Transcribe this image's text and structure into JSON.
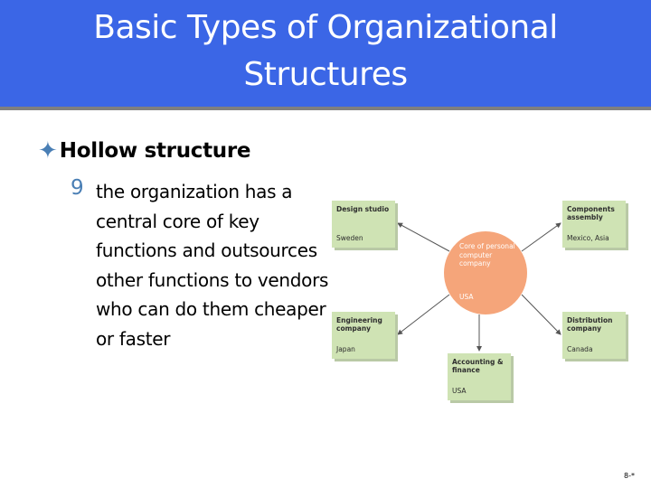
{
  "slide": {
    "title_line1": "Basic Types of Organizational",
    "title_line2": "Structures",
    "bullet_icon": "four-point-star-icon",
    "bullet": "Hollow structure",
    "sub_marker": "9",
    "sub_text": "the organization has a central core of key functions and outsources other functions to vendors who can do them cheaper or faster",
    "page_number": "8-*"
  },
  "diagram": {
    "core": {
      "title": "Core of personal computer company",
      "location": "USA"
    },
    "boxes": {
      "design": {
        "title": "Design studio",
        "location": "Sweden"
      },
      "components": {
        "title": "Components assembly",
        "location": "Mexico, Asia"
      },
      "engineering": {
        "title": "Engineering company",
        "location": "Japan"
      },
      "distribution": {
        "title": "Distribution company",
        "location": "Canada"
      },
      "accounting": {
        "title": "Accounting & finance",
        "location": "USA"
      }
    }
  },
  "colors": {
    "title_bar": "#3b66e6",
    "core_circle": "#f5a57a",
    "box_fill": "#cfe3b4",
    "bullet_accent": "#4a7fb5"
  }
}
